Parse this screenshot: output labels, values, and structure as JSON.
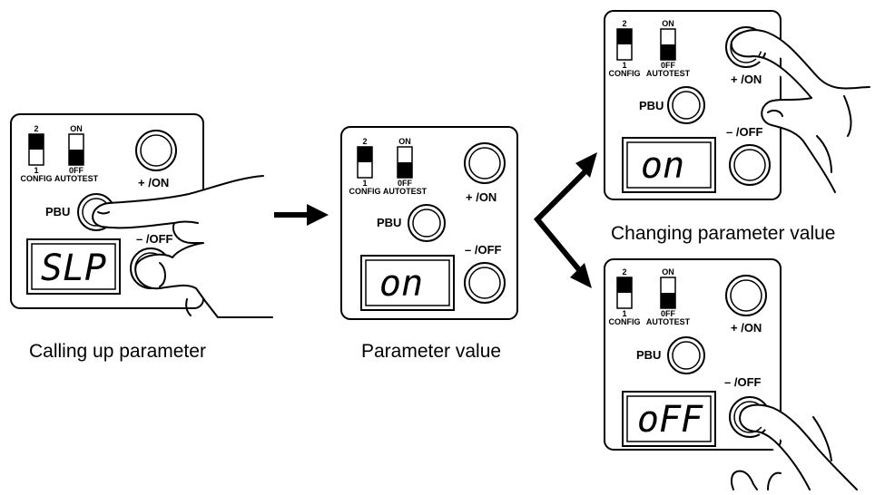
{
  "panel": {
    "switch_config_top": "2",
    "switch_config_bottom": "1",
    "switch_config_name": "CONFIG",
    "switch_autotest_top": "ON",
    "switch_autotest_bottom": "0FF",
    "switch_autotest_name": "AUTOTEST",
    "pbu_label": "PBU",
    "plus_label": "+ /ON",
    "minus_label": "– /OFF"
  },
  "panels": [
    {
      "id": "calling",
      "display": "SLP",
      "caption": "Calling up parameter"
    },
    {
      "id": "value",
      "display": "on",
      "caption": "Parameter value"
    },
    {
      "id": "changing-on",
      "display": "on",
      "caption": "Changing parameter value"
    },
    {
      "id": "changing-off",
      "display": "oFF",
      "caption": ""
    }
  ]
}
